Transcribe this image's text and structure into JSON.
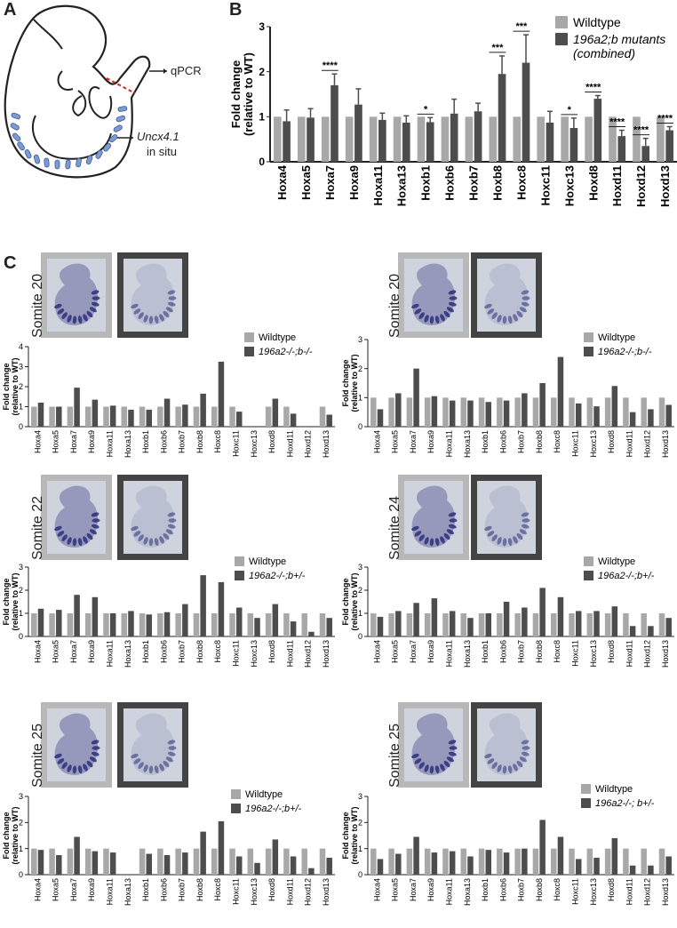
{
  "panel_letters": {
    "a": "A",
    "b": "B",
    "c": "C"
  },
  "panel_a": {
    "qpcr_label": "qPCR",
    "insitu_gene": "Uncx4.1",
    "insitu_suffix": "in situ"
  },
  "colors": {
    "wildtype": "#a8a8a8",
    "mutant": "#4d4d4d",
    "embryo": "#2b2f7a"
  },
  "chart_data": [
    {
      "type": "bar",
      "id": "panel-b",
      "categories": [
        "Hoxa4",
        "Hoxa5",
        "Hoxa7",
        "Hoxa9",
        "Hoxa11",
        "Hoxa13",
        "Hoxb1",
        "Hoxb6",
        "Hoxb7",
        "Hoxb8",
        "Hoxc8",
        "Hoxc11",
        "Hoxc13",
        "Hoxd8",
        "Hoxd11",
        "Hoxd12",
        "Hoxd13"
      ],
      "series": [
        {
          "name": "Wildtype",
          "values": [
            1,
            1,
            1,
            1,
            1,
            1,
            1,
            1,
            1,
            1,
            1,
            1,
            1,
            1,
            1,
            1,
            1
          ],
          "errors": [
            0,
            0,
            0,
            0,
            0,
            0,
            0,
            0,
            0,
            0,
            0,
            0,
            0,
            0,
            0,
            0,
            0
          ]
        },
        {
          "name": "196a2;b mutants (combined)",
          "values": [
            0.9,
            0.98,
            1.7,
            1.27,
            0.93,
            0.87,
            0.88,
            1.07,
            1.12,
            1.95,
            2.2,
            0.87,
            0.75,
            1.4,
            0.57,
            0.35,
            0.7
          ],
          "errors": [
            0.25,
            0.2,
            0.25,
            0.35,
            0.15,
            0.15,
            0.1,
            0.32,
            0.18,
            0.4,
            0.62,
            0.25,
            0.22,
            0.07,
            0.13,
            0.17,
            0.08
          ]
        }
      ],
      "significance": [
        "",
        "",
        "****",
        "",
        "",
        "",
        "*",
        "",
        "",
        "***",
        "***",
        "",
        "*",
        "****",
        "****",
        "****",
        "****"
      ],
      "ylabel": "Fold change\n(relative to WT)",
      "ylim": [
        0,
        3
      ],
      "yticks": [
        0,
        1,
        2,
        3
      ],
      "legend": [
        "Wildtype",
        "196a2;b mutants\n(combined)"
      ]
    },
    {
      "type": "bar",
      "id": "s20a",
      "somite": "Somite 20",
      "categories": [
        "Hoxa4",
        "Hoxa5",
        "Hoxa7",
        "Hoxa9",
        "Hoxa11",
        "Hoxa13",
        "Hoxb1",
        "Hoxb6",
        "Hoxb7",
        "Hoxb8",
        "Hoxc8",
        "Hoxc11",
        "Hoxc13",
        "Hoxd8",
        "Hoxd11",
        "Hoxd12",
        "Hoxd13"
      ],
      "series": [
        {
          "name": "Wildtype",
          "values": [
            1,
            1,
            1,
            1,
            1,
            1,
            1,
            1,
            1,
            1,
            1,
            1,
            0,
            1,
            1,
            0,
            1
          ]
        },
        {
          "name": "196a2-/-;b-/-",
          "values": [
            1.2,
            1,
            1.95,
            1.35,
            1.05,
            0.85,
            0.85,
            1.4,
            1.1,
            1.65,
            3.25,
            0.75,
            0,
            1.4,
            0.65,
            0,
            0.6
          ]
        }
      ],
      "ylabel": "Fold change\n(relative to WT)",
      "ylim": [
        0,
        4
      ],
      "yticks": [
        0,
        1,
        2,
        3,
        4
      ],
      "legend": [
        "Wildtype",
        "196a2-/-;b-/-"
      ]
    },
    {
      "type": "bar",
      "id": "s20b",
      "somite": "Somite 20",
      "categories": [
        "Hoxa4",
        "Hoxa5",
        "Hoxa7",
        "Hoxa9",
        "Hoxa11",
        "Hoxa13",
        "Hoxb1",
        "Hoxb6",
        "Hoxb7",
        "Hoxb8",
        "Hoxc8",
        "Hoxc11",
        "Hoxc13",
        "Hoxd8",
        "Hoxd11",
        "Hoxd12",
        "Hoxd13"
      ],
      "series": [
        {
          "name": "Wildtype",
          "values": [
            1,
            1,
            1,
            1,
            1,
            1,
            1,
            1,
            1,
            1,
            1,
            1,
            1,
            1,
            1,
            1,
            1
          ]
        },
        {
          "name": "196a2-/-;b-/-",
          "values": [
            0.6,
            1.15,
            2,
            1.05,
            0.9,
            0.9,
            0.85,
            0.9,
            1.15,
            1.5,
            2.4,
            0.8,
            0.7,
            1.4,
            0.5,
            0.6,
            0.75
          ]
        }
      ],
      "ylabel": "Fold change\n(relative to WT)",
      "ylim": [
        0,
        3
      ],
      "yticks": [
        0,
        1,
        2,
        3
      ],
      "legend": [
        "Wildtype",
        "196a2-/-;b-/-"
      ]
    },
    {
      "type": "bar",
      "id": "s22",
      "somite": "Somite 22",
      "categories": [
        "Hoxa4",
        "Hoxa5",
        "Hoxa7",
        "Hoxa9",
        "Hoxa11",
        "Hoxa13",
        "Hoxb1",
        "Hoxb6",
        "Hoxb7",
        "Hoxb8",
        "Hoxc8",
        "Hoxc11",
        "Hoxc13",
        "Hoxd8",
        "Hoxd11",
        "Hoxd12",
        "Hoxd13"
      ],
      "series": [
        {
          "name": "Wildtype",
          "values": [
            1,
            1,
            1,
            1,
            1,
            1,
            1,
            1,
            1,
            1,
            1,
            1,
            1,
            1,
            1,
            1,
            1
          ]
        },
        {
          "name": "196a2-/-;b+/-",
          "values": [
            1.2,
            1.15,
            1.8,
            1.7,
            1,
            1.1,
            0.95,
            1.05,
            1.4,
            2.65,
            2.35,
            1.25,
            0.8,
            1.4,
            0.65,
            0.2,
            0.8
          ]
        }
      ],
      "ylabel": "Fold change\n(relative to WT)",
      "ylim": [
        0,
        3
      ],
      "yticks": [
        0,
        1,
        2,
        3
      ],
      "legend": [
        "Wildtype",
        "196a2-/-;b+/-"
      ]
    },
    {
      "type": "bar",
      "id": "s24",
      "somite": "Somite 24",
      "categories": [
        "Hoxa4",
        "Hoxa5",
        "Hoxa7",
        "Hoxa9",
        "Hoxa11",
        "Hoxa13",
        "Hoxb1",
        "Hoxb6",
        "Hoxb7",
        "Hoxb8",
        "Hoxc8",
        "Hoxc11",
        "Hoxc13",
        "Hoxd8",
        "Hoxd11",
        "Hoxd12",
        "Hoxd13"
      ],
      "series": [
        {
          "name": "Wildtype",
          "values": [
            1,
            1,
            1,
            1,
            1,
            1,
            1,
            1,
            1,
            1,
            1,
            1,
            1,
            1,
            1,
            1,
            1
          ]
        },
        {
          "name": "196a2-/-;b+/-",
          "values": [
            0.85,
            1.1,
            1.45,
            1.65,
            1.1,
            0.8,
            1,
            1.5,
            1.25,
            2.1,
            1.7,
            1.1,
            1.1,
            1.3,
            0.45,
            0.45,
            0.8
          ]
        }
      ],
      "ylabel": "Fold change\n(relative to WT)",
      "ylim": [
        0,
        3
      ],
      "yticks": [
        0,
        1,
        2,
        3
      ],
      "legend": [
        "Wildtype",
        "196a2-/-;b+/-"
      ]
    },
    {
      "type": "bar",
      "id": "s25a",
      "somite": "Somite 25",
      "categories": [
        "Hoxa4",
        "Hoxa5",
        "Hoxa7",
        "Hoxa9",
        "Hoxa11",
        "Hoxa13",
        "Hoxb1",
        "Hoxb6",
        "Hoxb7",
        "Hoxb8",
        "Hoxc8",
        "Hoxc11",
        "Hoxc13",
        "Hoxd8",
        "Hoxd11",
        "Hoxd12",
        "Hoxd13"
      ],
      "series": [
        {
          "name": "Wildtype",
          "values": [
            1,
            1,
            1,
            1,
            1,
            0,
            1,
            1,
            1,
            1,
            1,
            1,
            1,
            1,
            1,
            1,
            1
          ]
        },
        {
          "name": "196a2-/-;b+/-",
          "values": [
            0.95,
            0.75,
            1.45,
            0.9,
            0.85,
            0,
            0.8,
            0.75,
            0.85,
            1.65,
            2.05,
            0.7,
            0.45,
            1.35,
            0.7,
            0.25,
            0.65
          ]
        }
      ],
      "ylabel": "Fold change\n(relative to WT)",
      "ylim": [
        0,
        3
      ],
      "yticks": [
        0,
        1,
        2,
        3
      ],
      "legend": [
        "Wildtype",
        "196a2-/-;b+/-"
      ]
    },
    {
      "type": "bar",
      "id": "s25b",
      "somite": "Somite 25",
      "categories": [
        "Hoxa4",
        "Hoxa5",
        "Hoxa7",
        "Hoxa9",
        "Hoxa11",
        "Hoxa13",
        "Hoxb1",
        "Hoxb6",
        "Hoxb7",
        "Hoxb8",
        "Hoxc8",
        "Hoxc11",
        "Hoxc13",
        "Hoxd8",
        "Hoxd11",
        "Hoxd12",
        "Hoxd13"
      ],
      "series": [
        {
          "name": "Wildtype",
          "values": [
            1,
            1,
            1,
            1,
            1,
            1,
            1,
            1,
            1,
            1,
            1,
            1,
            1,
            1,
            1,
            1,
            1
          ]
        },
        {
          "name": "196a2-/-; b+/-",
          "values": [
            0.6,
            0.8,
            1.45,
            0.85,
            0.9,
            0.7,
            0.95,
            0.85,
            1,
            2.1,
            1.45,
            0.6,
            0.65,
            1.4,
            0.35,
            0.35,
            0.7
          ]
        }
      ],
      "ylabel": "Fold change\n(relative to WT)",
      "ylim": [
        0,
        3
      ],
      "yticks": [
        0,
        1,
        2,
        3
      ],
      "legend": [
        "Wildtype",
        "196a2-/-; b+/-"
      ]
    }
  ]
}
